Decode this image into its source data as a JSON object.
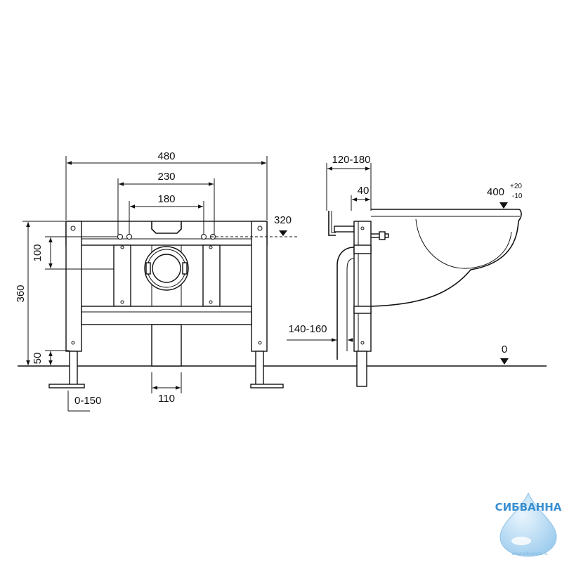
{
  "dimensions": {
    "width_total": "480",
    "width_mid": "230",
    "width_inner": "180",
    "height_total": "360",
    "height_upper": "100",
    "height_bottom": "50",
    "level_top": "320",
    "leg_adjust": "0-150",
    "pipe": "110",
    "depth_range": "120-180",
    "depth_small": "40",
    "bowl_height": "400",
    "bowl_tol_plus": "+20",
    "bowl_tol_minus": "-10",
    "wall_gap": "140-160",
    "floor_level": "0"
  },
  "logo": {
    "name": "СИБВАННА",
    "url": "www.sibvanna.ru",
    "colors": {
      "primary": "#3a8fd0",
      "drop": "#bfe0f6"
    }
  }
}
